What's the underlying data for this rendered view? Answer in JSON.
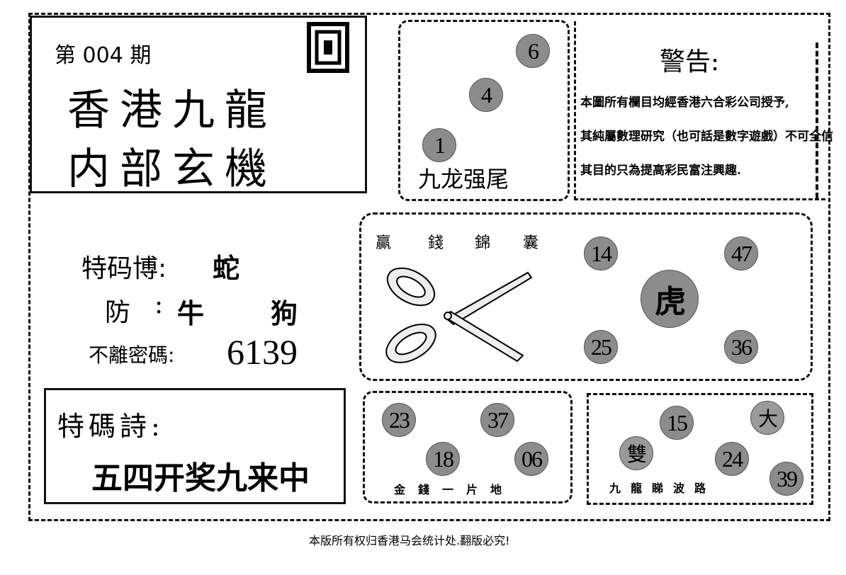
{
  "issue": {
    "prefix": "第",
    "number": "004",
    "suffix": "期"
  },
  "title": {
    "line1": "香港九龍",
    "line2": "内部玄機"
  },
  "tail_box": {
    "balls": [
      "6",
      "4",
      "1"
    ],
    "caption": "九龙强尾"
  },
  "warning": {
    "heading": "警告:",
    "lines": [
      "本圖所有欄目均經香港六合彩公司授予,",
      "其純屬數理研究（也可話是數字遊戲）不可全信",
      "其目的只為提高彩民富注興趣."
    ]
  },
  "special": {
    "label": "特码博:",
    "value": "蛇",
    "guard_label": "防",
    "guard_colon": ":",
    "guard_values": [
      "牛",
      "狗"
    ],
    "code_label": "不離密碼:",
    "code_value": "6139"
  },
  "poem": {
    "label": "特碼詩:",
    "text": "五四开奖九来中"
  },
  "kit": {
    "title": [
      "贏",
      "錢",
      "錦",
      "囊"
    ],
    "balls": [
      "14",
      "47",
      "25",
      "36"
    ],
    "center": "虎"
  },
  "gold": {
    "balls": [
      "23",
      "37",
      "18",
      "06"
    ],
    "caption": "金錢一片地"
  },
  "football": {
    "balls": [
      "15",
      "24",
      "39"
    ],
    "glyphs": [
      "大",
      "雙"
    ],
    "caption": "九龍睇波路"
  },
  "footer": "本版所有权归香港马会统计处.翻版必究!"
}
